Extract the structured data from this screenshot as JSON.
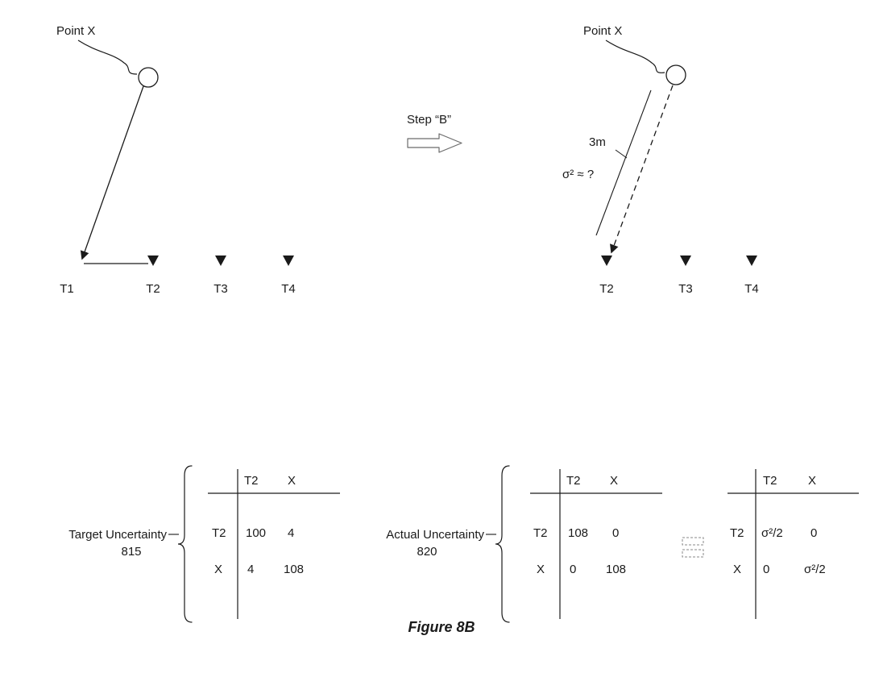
{
  "figure": {
    "caption": "Figure 8B"
  },
  "colors": {
    "ink": "#1a1a1a",
    "block_arrow_outline": "#6b6b6b",
    "equals_symbol_outline": "#8a8a8a"
  },
  "left_diagram": {
    "point_label": "Point X",
    "targets": [
      "T1",
      "T2",
      "T3",
      "T4"
    ]
  },
  "step": {
    "label": "Step “B”"
  },
  "right_diagram": {
    "point_label": "Point X",
    "distance_label": "3m",
    "variance_label": "σ² ≈ ?",
    "targets": [
      "T2",
      "T3",
      "T4"
    ]
  },
  "tables": {
    "target_uncertainty": {
      "label_line1": "Target Uncertainty",
      "label_line2": "815",
      "col_headers": [
        "T2",
        "X"
      ],
      "rows": [
        {
          "label": "T2",
          "values": [
            "100",
            "4"
          ]
        },
        {
          "label": "X",
          "values": [
            "4",
            "108"
          ]
        }
      ]
    },
    "actual_uncertainty": {
      "label_line1": "Actual Uncertainty",
      "label_line2": "820",
      "col_headers": [
        "T2",
        "X"
      ],
      "rows": [
        {
          "label": "T2",
          "values": [
            "108",
            "0"
          ]
        },
        {
          "label": "X",
          "values": [
            "0",
            "108"
          ]
        }
      ]
    },
    "result": {
      "col_headers": [
        "T2",
        "X"
      ],
      "rows": [
        {
          "label": "T2",
          "values": [
            "σ²/2",
            "0"
          ]
        },
        {
          "label": "X",
          "values": [
            "0",
            "σ²/2"
          ]
        }
      ]
    }
  }
}
